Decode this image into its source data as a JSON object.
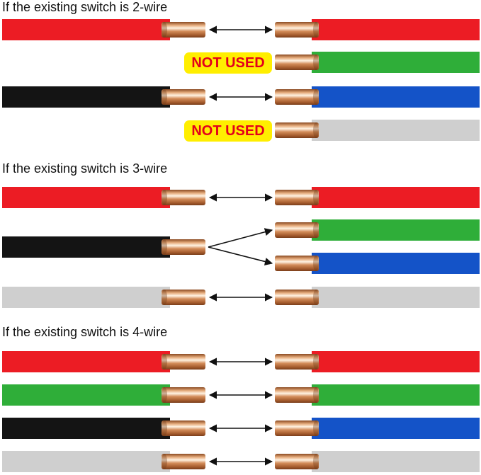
{
  "colors": {
    "red": "#ec1c24",
    "green": "#2fae39",
    "black": "#141414",
    "blue": "#1453c8",
    "white": "#cfcfcf",
    "copper": "#c9824f",
    "label_bg": "#ffee00",
    "label_text": "#e3001b"
  },
  "sections": [
    {
      "title": "If the existing switch is 2-wire",
      "left_wires": [
        {
          "color": "red",
          "connected": true
        },
        {
          "color": "none",
          "connected": false
        },
        {
          "color": "black",
          "connected": true
        },
        {
          "color": "none",
          "connected": false
        }
      ],
      "right_wires": [
        "red",
        "green",
        "blue",
        "white"
      ],
      "not_used_labels": [
        "NOT USED",
        "NOT USED"
      ]
    },
    {
      "title": "If the existing switch is 3-wire",
      "left_wires": [
        {
          "color": "red",
          "connects_to": [
            "red"
          ]
        },
        {
          "color": "black",
          "connects_to": [
            "green",
            "blue"
          ]
        },
        {
          "color": "white",
          "connects_to": [
            "white"
          ]
        }
      ],
      "right_wires": [
        "red",
        "green",
        "blue",
        "white"
      ]
    },
    {
      "title": "If the existing switch is 4-wire",
      "left_wires": [
        {
          "color": "red",
          "connects_to": [
            "red"
          ]
        },
        {
          "color": "green",
          "connects_to": [
            "green"
          ]
        },
        {
          "color": "black",
          "connects_to": [
            "blue"
          ]
        },
        {
          "color": "white",
          "connects_to": [
            "white"
          ]
        }
      ],
      "right_wires": [
        "red",
        "green",
        "blue",
        "white"
      ]
    }
  ]
}
